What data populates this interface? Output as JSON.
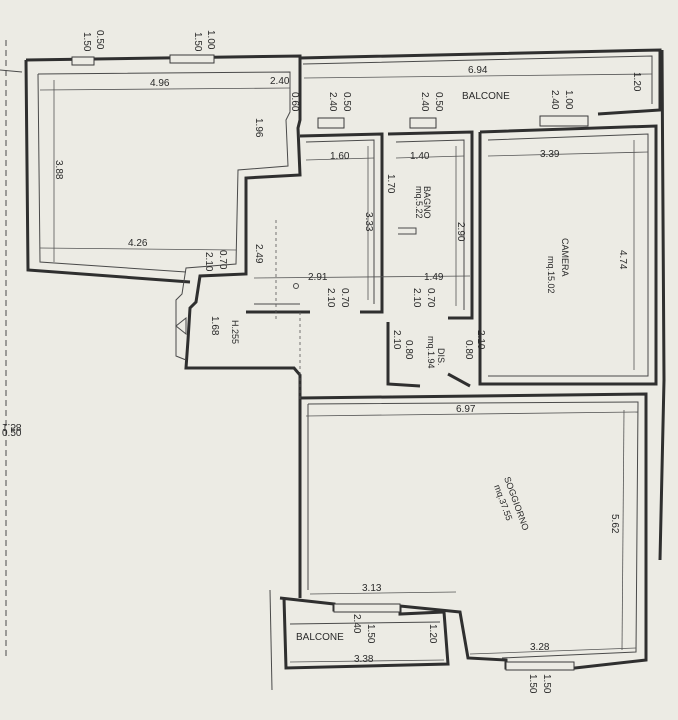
{
  "rooms": {
    "balcone_top": "BALCONE",
    "balcone_bottom": "BALCONE",
    "bagno_name": "BAGNO",
    "bagno_area": "mq.5.22",
    "camera_name": "CAMERA",
    "camera_area": "mq.15.02",
    "dis_name": "DIS.",
    "dis_area": "mq.1.94",
    "soggiorno_name": "SOGGIORNO",
    "soggiorno_area": "mq.37.55",
    "height_note": "H.255"
  },
  "dims": {
    "top_win1_w": "0.50",
    "top_win1_h": "1.50",
    "top_win2_w": "1.00",
    "top_win2_h": "1.50",
    "balcony_len": "6.94",
    "balcony_depth": "1.20",
    "room1_top": "4.96",
    "door_a_h": "2.40",
    "door_a_w": "0.60",
    "win_b_h": "2.40",
    "win_b_w": "0.50",
    "win_c_h": "2.40",
    "win_c_w": "0.50",
    "win_d_h": "2.40",
    "win_d_w": "1.00",
    "wall_196": "1.96",
    "room1_left": "3.88",
    "room1_bottom": "4.26",
    "kitchen_top": "1.60",
    "bagno_top": "1.40",
    "camera_top": "3.39",
    "bagno_inner": "1.70",
    "kitchen_right": "3.33",
    "bagno_right": "2.90",
    "camera_right": "4.74",
    "door_e_w": "0.70",
    "door_e_h": "2.10",
    "kitchen_left": "2.49",
    "hall_len": "2.91",
    "hall_len2": "1.49",
    "door_f_w": "0.70",
    "door_f_h": "2.10",
    "door_g_w": "0.70",
    "door_g_h": "2.10",
    "entry_h": "1.68",
    "door_h_h": "2.10",
    "door_h_w": "0.80",
    "door_i_h": "2.10",
    "door_i_w": "0.80",
    "sogg_top": "6.97",
    "sogg_right": "5.62",
    "sogg_bottom_left": "3.13",
    "win_j_h": "2.40",
    "win_j_w": "1.50",
    "bal2_depth": "1.20",
    "bal2_len": "3.38",
    "sogg_bottom_right": "3.28",
    "win_k_w": "1.50",
    "win_k_h": "1.50",
    "edge_a": "1.58",
    "edge_b": "0.50"
  }
}
